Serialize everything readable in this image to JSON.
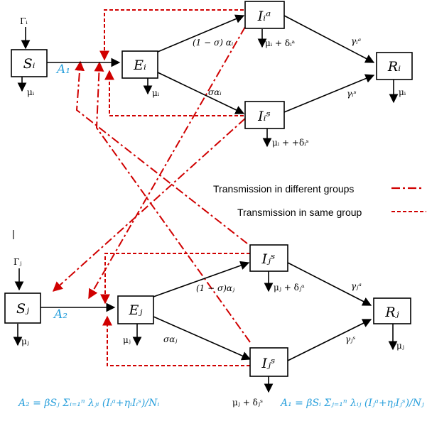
{
  "colors": {
    "box_border": "#000000",
    "arrow": "#000000",
    "red_dashed": "#d00000",
    "blue_text": "#2aa0dc"
  },
  "legend": {
    "different_groups": "Transmission in different groups",
    "same_group": "Transmission in same group"
  },
  "group_i": {
    "gamma_in": "Γᵢ",
    "S": "Sᵢ",
    "E": "Eᵢ",
    "Ia": "Iᵢᵃ",
    "Is": "Iᵢˢ",
    "R": "Rᵢ",
    "A": "A₁",
    "mu_S": "μᵢ",
    "mu_E": "μᵢ",
    "mu_R": "μᵢ",
    "mu_Ia": "μᵢ + δᵢᵃ",
    "mu_Is": "μᵢ + +δᵢˢ",
    "rate_EIa": "(1 − σ) αᵢ",
    "rate_EIs": "σαᵢ",
    "rate_IaR": "γᵢᵃ",
    "rate_IsR": "γᵢˢ"
  },
  "group_j": {
    "gamma_in": "Γⱼ",
    "S": "Sⱼ",
    "E": "Eⱼ",
    "Ia": "Iⱼˢ",
    "Is": "Iⱼˢ",
    "R": "Rⱼ",
    "A": "A₂",
    "mu_S": "μⱼ",
    "mu_E": "μⱼ",
    "mu_R": "μⱼ",
    "mu_Ia": "μⱼ + δⱼᵃ",
    "mu_Is": "μⱼ + δⱼˢ",
    "rate_EIa": "(1 − σ)αⱼ",
    "rate_EIs": "σαⱼ",
    "rate_IaR": "γⱼᵃ",
    "rate_IsR": "γⱼˢ"
  },
  "stray_mark": "|",
  "formulas": {
    "A2": "A₂ = βSⱼ Σᵢ₌₁ⁿ λⱼᵢ (Iᵢᵃ+ηᵢIᵢˢ)/Nᵢ",
    "A1": "A₁ = βSᵢ Σⱼ₌₁ⁿ λᵢⱼ (Iⱼᵃ+ηⱼIⱼˢ)/Nⱼ"
  }
}
